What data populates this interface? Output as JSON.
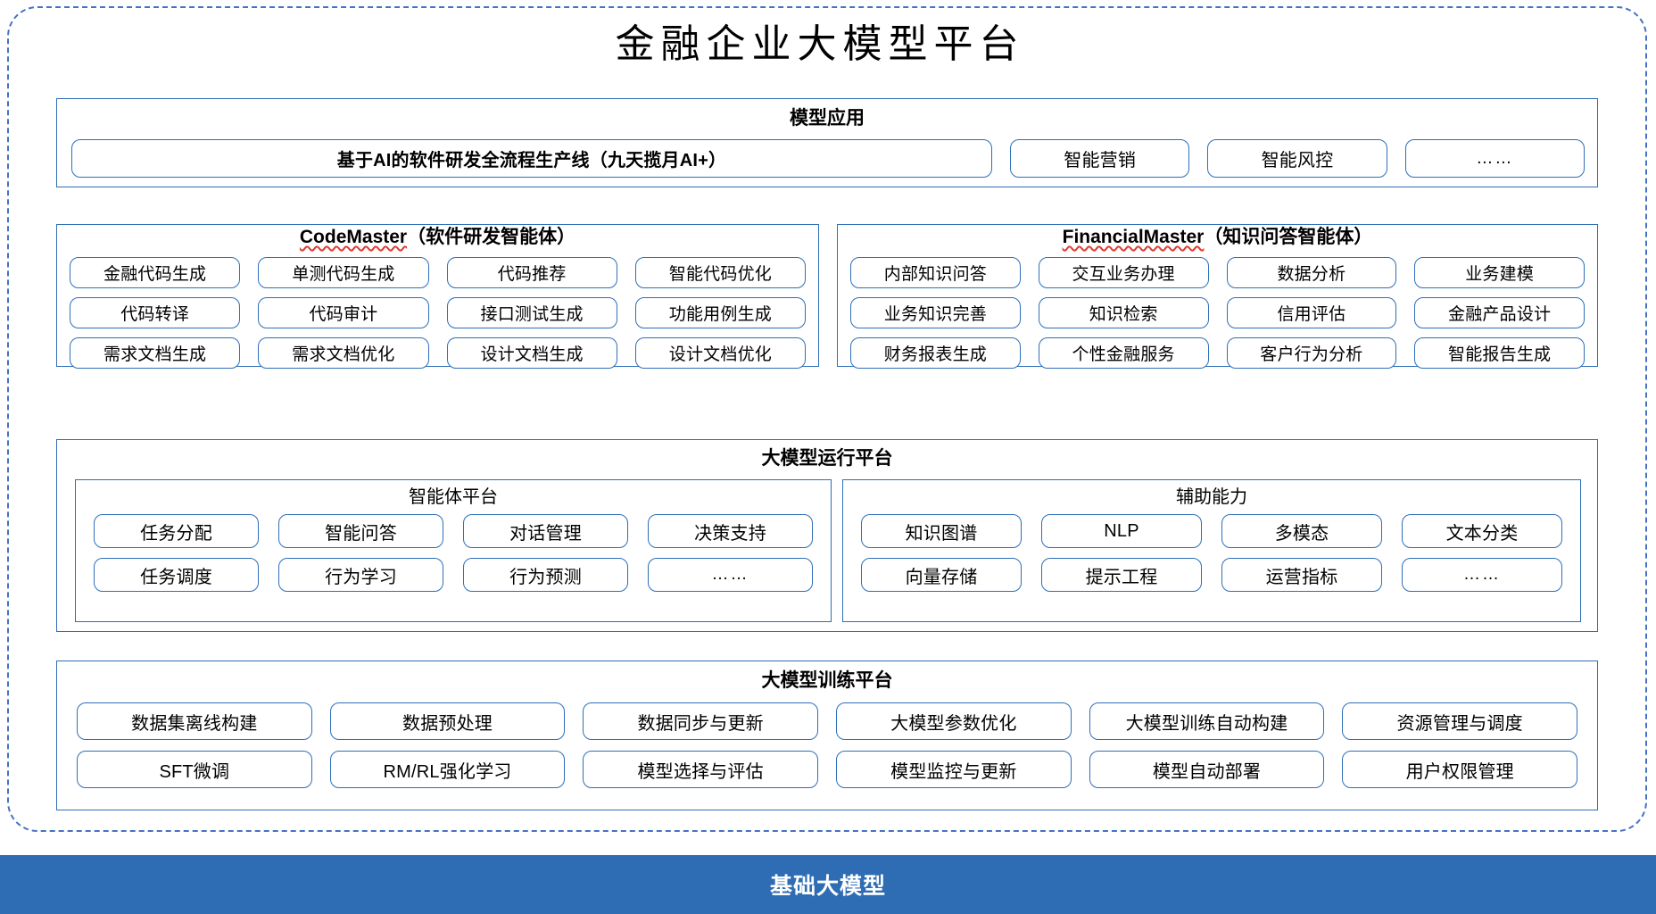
{
  "platform": {
    "title": "金融企业大模型平台",
    "outer_border_color": "#4472C4",
    "panel_border_color": "#2E6FB7",
    "accent_color": "#2E6DB4",
    "spellcheck_color": "#E03A30"
  },
  "model_application": {
    "title": "模型应用",
    "items": [
      "基于AI的软件研发全流程生产线（九天揽月AI+）",
      "智能营销",
      "智能风控",
      "……"
    ]
  },
  "code_master": {
    "name": "CodeMaster",
    "subtitle": "（软件研发智能体）",
    "rows": [
      [
        "金融代码生成",
        "单测代码生成",
        "代码推荐",
        "智能代码优化"
      ],
      [
        "代码转译",
        "代码审计",
        "接口测试生成",
        "功能用例生成"
      ],
      [
        "需求文档生成",
        "需求文档优化",
        "设计文档生成",
        "设计文档优化"
      ]
    ]
  },
  "financial_master": {
    "name": "FinancialMaster",
    "subtitle": "（知识问答智能体）",
    "rows": [
      [
        "内部知识问答",
        "交互业务办理",
        "数据分析",
        "业务建模"
      ],
      [
        "业务知识完善",
        "知识检索",
        "信用评估",
        "金融产品设计"
      ],
      [
        "财务报表生成",
        "个性金融服务",
        "客户行为分析",
        "智能报告生成"
      ]
    ]
  },
  "runtime_platform": {
    "title": "大模型运行平台",
    "agent_platform": {
      "title": "智能体平台",
      "rows": [
        [
          "任务分配",
          "智能问答",
          "对话管理",
          "决策支持"
        ],
        [
          "任务调度",
          "行为学习",
          "行为预测",
          "……"
        ]
      ]
    },
    "auxiliary_capability": {
      "title": "辅助能力",
      "rows": [
        [
          "知识图谱",
          "NLP",
          "多模态",
          "文本分类"
        ],
        [
          "向量存储",
          "提示工程",
          "运营指标",
          "……"
        ]
      ]
    }
  },
  "training_platform": {
    "title": "大模型训练平台",
    "rows": [
      [
        "数据集离线构建",
        "数据预处理",
        "数据同步与更新",
        "大模型参数优化",
        "大模型训练自动构建",
        "资源管理与调度"
      ],
      [
        "SFT微调",
        "RM/RL强化学习",
        "模型选择与评估",
        "模型监控与更新",
        "模型自动部署",
        "用户权限管理"
      ]
    ]
  },
  "foundation": {
    "label": "基础大模型"
  }
}
